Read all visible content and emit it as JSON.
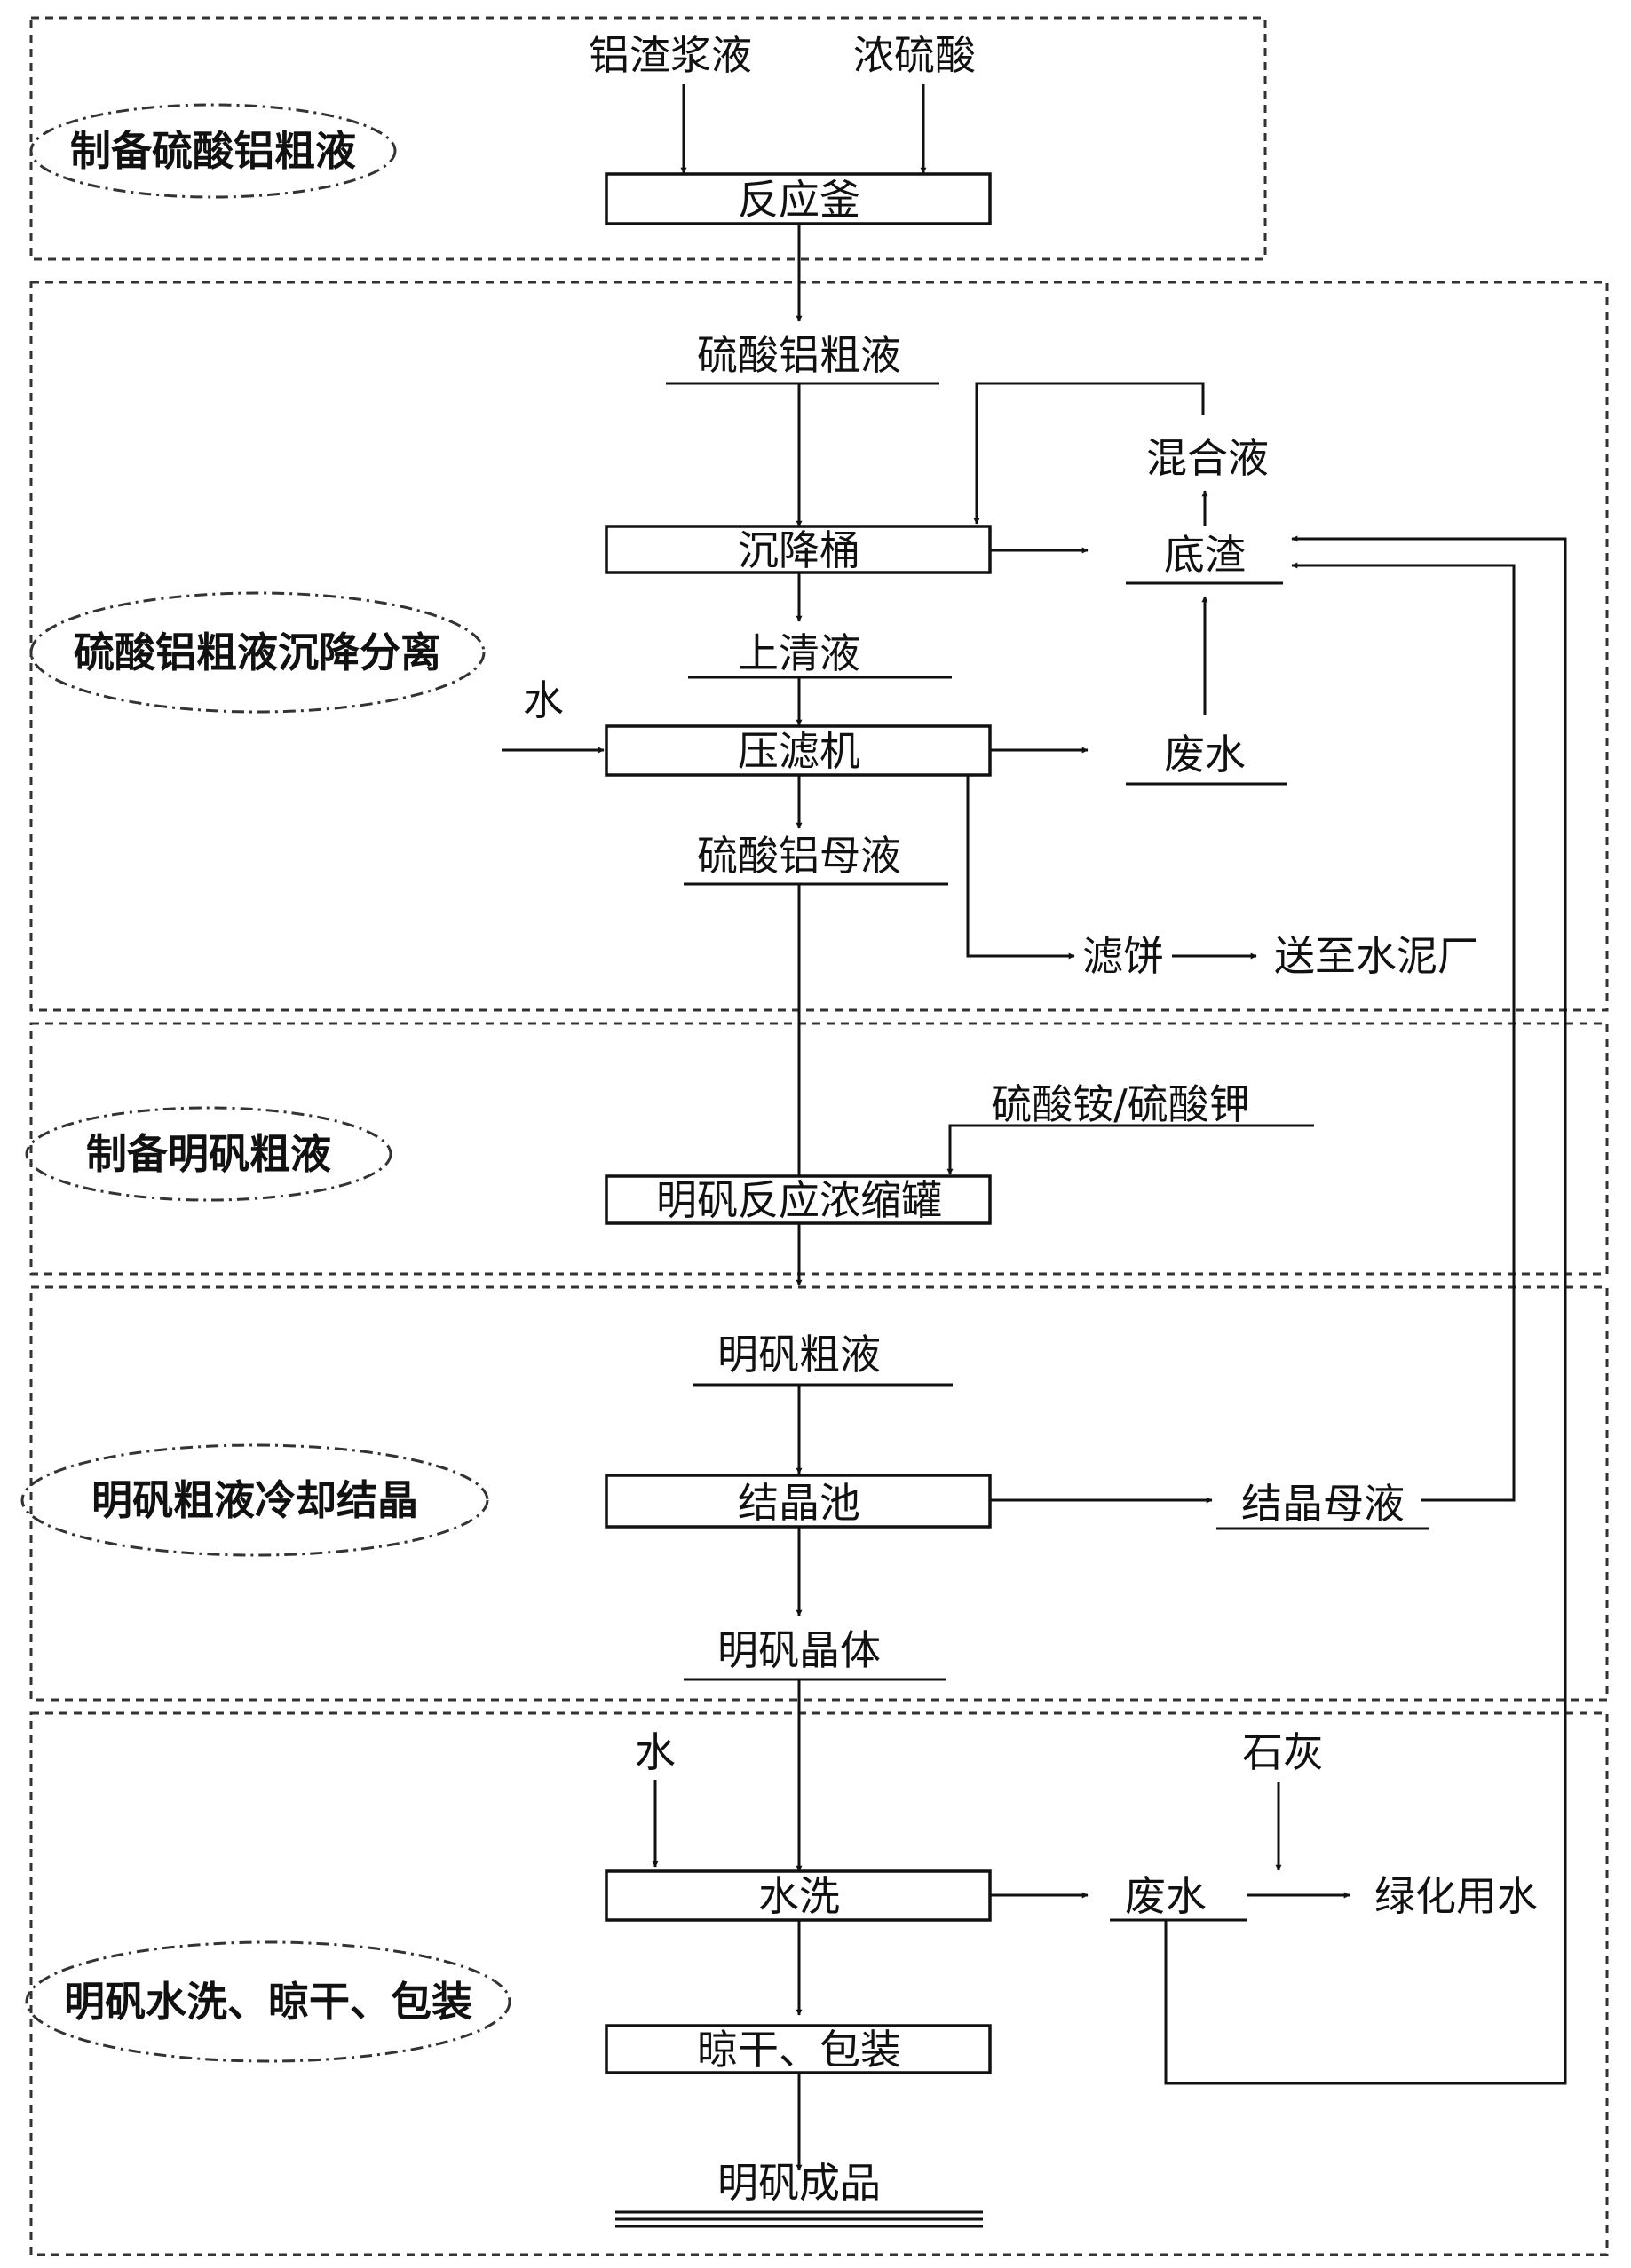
{
  "stages": {
    "s1": "制备硫酸铝粗液",
    "s2": "硫酸铝粗液沉降分离",
    "s3": "制备明矾粗液",
    "s4": "明矾粗液冷却结晶",
    "s5": "明矾水洗、晾干、包装"
  },
  "inputs": {
    "al_slurry": "铝渣浆液",
    "conc_acid": "浓硫酸",
    "water1": "水",
    "ammonium_potassium_sulfate": "硫酸铵/硫酸钾",
    "water2": "水",
    "lime": "石灰"
  },
  "equipment": {
    "reactor": "反应釜",
    "settling_tank": "沉降桶",
    "filter_press": "压滤机",
    "alum_tank": "明矾反应浓缩罐",
    "crystal_pool": "结晶池",
    "wash": "水洗",
    "dry_pack": "晾干、包装"
  },
  "streams": {
    "crude_al_sulfate": "硫酸铝粗液",
    "supernatant": "上清液",
    "al_sulfate_mother": "硫酸铝母液",
    "alum_crude": "明矾粗液",
    "alum_crystal": "明矾晶体",
    "alum_product": "明矾成品",
    "mixed_liquid": "混合液",
    "bottom_residue": "底渣",
    "waste_water1": "废水",
    "filter_cake": "滤饼",
    "to_cement": "送至水泥厂",
    "crystal_mother": "结晶母液",
    "waste_water2": "废水",
    "greening_water": "绿化用水"
  }
}
